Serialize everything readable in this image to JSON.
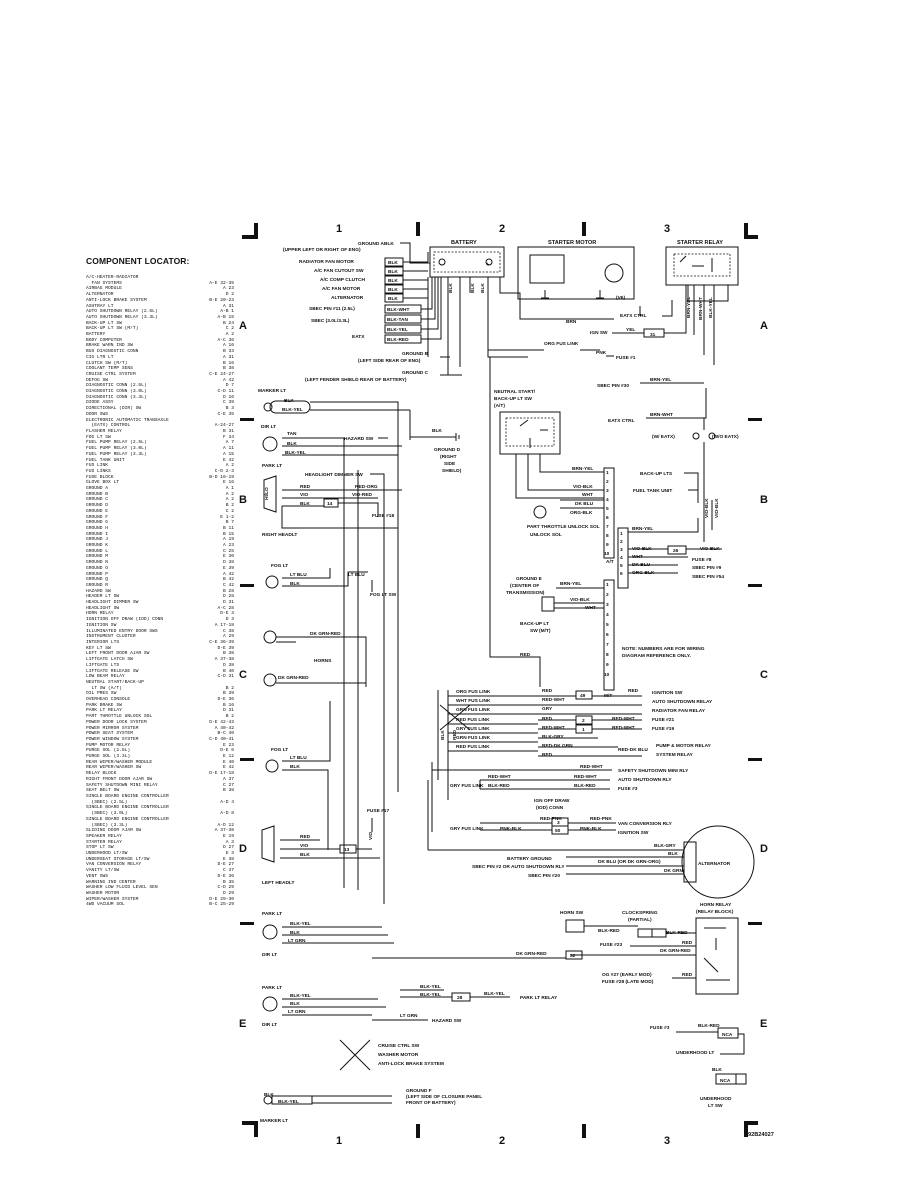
{
  "figure_id": "92B24027",
  "locator": {
    "title": "COMPONENT LOCATOR:",
    "entries": [
      [
        "A/C-HEATER-RADIATOR",
        ""
      ],
      [
        "  FAN SYSTEMS",
        "A-E 32-35"
      ],
      [
        "AIRBAG MODULE",
        "A 23"
      ],
      [
        "ALTERNATOR",
        "D 2"
      ],
      [
        "ANTI-LOCK BRAKE SYSTEM",
        "B-E 20-23"
      ],
      [
        "ASHTRAY LT",
        "A 31"
      ],
      [
        "AUTO SHUTDOWN RELAY (2.5L)",
        "A-B 1"
      ],
      [
        "AUTO SHUTDOWN RELAY (3.3L)",
        "A-B 15"
      ],
      [
        "BACK-UP LT SW",
        "B 24"
      ],
      [
        "BACK-UP LT SW (M/T)",
        "C 2"
      ],
      [
        "BATTERY",
        "A 2"
      ],
      [
        "BODY COMPUTER",
        "A-C 36"
      ],
      [
        "BRAKE WARN IND SW",
        "A 16"
      ],
      [
        "BUS DIAGNOSTIC CONN",
        "B 33"
      ],
      [
        "CIG LTR LT",
        "A 31"
      ],
      [
        "CLUTCH SW (M/T)",
        "B 16"
      ],
      [
        "COOLANT TEMP SENS",
        "B 38"
      ],
      [
        "CRUISE CTRL SYSTEM",
        "C-E 24-27"
      ],
      [
        "DEFOG SW",
        "A 42"
      ],
      [
        "DIAGNOSTIC CONN (2.5L)",
        "D 7"
      ],
      [
        "DIAGNOSTIC CONN (3.0L)",
        "C-D 11"
      ],
      [
        "DIAGNOSTIC CONN (3.3L)",
        "D 16"
      ],
      [
        "DIODE ASSY",
        "C 39"
      ],
      [
        "DIRECTIONAL (DIR) SW",
        "B 3"
      ],
      [
        "DOOR SWS",
        "C-E 35"
      ],
      [
        "ELECTRONIC AUTOMATIC TRANSAXLE",
        ""
      ],
      [
        "  (EATX) CONTROL",
        "A-24-27"
      ],
      [
        "FLASHER RELAY",
        "B 31"
      ],
      [
        "FOG LT SW",
        "F 34"
      ],
      [
        "FUEL PUMP RELAY (2.5L)",
        "A 7"
      ],
      [
        "FUEL PUMP RELAY (3.0L)",
        "A 11"
      ],
      [
        "FUEL PUMP RELAY (3.3L)",
        "A 15"
      ],
      [
        "FUEL TANK UNIT",
        "E 42"
      ],
      [
        "FUS LINK",
        "A 2"
      ],
      [
        "FUS LINKS",
        "C-D 2-3"
      ],
      [
        "FUSE BLOCK",
        "B-D 16-19"
      ],
      [
        "GLOVE BOX LT",
        "E 16"
      ],
      [
        "GROUND A",
        "A 1"
      ],
      [
        "GROUND B",
        "A 2"
      ],
      [
        "GROUND C",
        "A 2"
      ],
      [
        "GROUND D",
        "B 2"
      ],
      [
        "GROUND E",
        "C 2"
      ],
      [
        "GROUND F",
        "E 1-2"
      ],
      [
        "GROUND G",
        "B 7"
      ],
      [
        "GROUND H",
        "B 11"
      ],
      [
        "GROUND I",
        "B 15"
      ],
      [
        "GROUND J",
        "A 19"
      ],
      [
        "GROUND K",
        "A 23"
      ],
      [
        "GROUND L",
        "C 25"
      ],
      [
        "GROUND M",
        "E 30"
      ],
      [
        "GROUND N",
        "D 38"
      ],
      [
        "GROUND O",
        "E 39"
      ],
      [
        "GROUND P",
        "A 42"
      ],
      [
        "GROUND Q",
        "B 42"
      ],
      [
        "GROUND R",
        "C 42"
      ],
      [
        "HAZARD SW",
        "B 28"
      ],
      [
        "HEADER LT SW",
        "D 28"
      ],
      [
        "HEADLIGHT DIMMER SW",
        "D 31"
      ],
      [
        "HEADLIGHT SW",
        "A-C 28"
      ],
      [
        "HORN RELAY",
        "D-E 3"
      ],
      [
        "IGNITION OFF DRAW (IOD) CONN",
        "D 3"
      ],
      [
        "IGNITION SW",
        "A 17-18"
      ],
      [
        "ILLUMINATED ENTRY DOOR SWS",
        "C 38"
      ],
      [
        "INSTRUMENT CLUSTER",
        "A 29"
      ],
      [
        "INTERIOR LTS",
        "C-E 36-39"
      ],
      [
        "KEY LT SW",
        "D-E 39"
      ],
      [
        "LEFT FRONT DOOR AJAR SW",
        "B 38"
      ],
      [
        "LIFTGATE LATCH SW",
        "A 37-38"
      ],
      [
        "LIFTGATE LTS",
        "D 38"
      ],
      [
        "LIFTGATE RELEASE SW",
        "B 40"
      ],
      [
        "LOW BEAM RELAY",
        "C-D 31"
      ],
      [
        "NEUTRAL START/BACK-UP",
        ""
      ],
      [
        "  LT SW (A/T)",
        "B 2"
      ],
      [
        "OIL PRES SW",
        "B 39"
      ],
      [
        "OVERHEAD CONSOLE",
        "D-E 36"
      ],
      [
        "PARK BRAKE SW",
        "B 16"
      ],
      [
        "PARK LT RELAY",
        "D 31"
      ],
      [
        "PART THROTTLE UNLOCK SOL",
        "B 2"
      ],
      [
        "POWER DOOR LOCK SYSTEM",
        "D-E 42-43"
      ],
      [
        "POWER MIRROR SYSTEM",
        "A 40-42"
      ],
      [
        "POWER SEAT SYSTEM",
        "B-C 40"
      ],
      [
        "POWER WINDOW SYSTEM",
        "C-D 40-41"
      ],
      [
        "PUMP MOTOR RELAY",
        "E 23"
      ],
      [
        "PURGE SOL (2.5L)",
        "D-E 6"
      ],
      [
        "PURGE SOL (3.3L)",
        "E 12"
      ],
      [
        "REAR WIPER/WASHER MODULE",
        "E 40"
      ],
      [
        "REAR WIPER/WASHER SW",
        "E 42"
      ],
      [
        "RELAY BLOCK",
        "D-E 17-18"
      ],
      [
        "RIGHT FRONT DOOR AJAR SW",
        "A 37"
      ],
      [
        "SAFETY SHUTDOWN MINI RELAY",
        "C 27"
      ],
      [
        "SEAT BELT SW",
        "B 38"
      ],
      [
        "SINGLE BOARD ENGINE CONTROLLER",
        ""
      ],
      [
        "  (SBEC) (2.5L)",
        "A-D 4"
      ],
      [
        "SINGLE BOARD ENGINE CONTROLLER",
        ""
      ],
      [
        "  (SBEC) (3.0L)",
        "A-D 8"
      ],
      [
        "SINGLE BOARD ENGINE CONTROLLER",
        ""
      ],
      [
        "  (SBEC) (3.3L)",
        "A-D 12"
      ],
      [
        "SLIDING DOOR AJAR SW",
        "A 37-38"
      ],
      [
        "SPEAKER RELAY",
        "E 19"
      ],
      [
        "STARTER RELAY",
        "A 3"
      ],
      [
        "STOP LT SW",
        "D 27"
      ],
      [
        "UNDERHOOD LT/SW",
        "E 3"
      ],
      [
        "UNDERSEAT STORAGE LT/SW",
        "E 38"
      ],
      [
        "VAN CONVERSION RELAY",
        "D-E 27"
      ],
      [
        "VANITY LT/SW",
        "C 37"
      ],
      [
        "VENT SWS",
        "D-E 36"
      ],
      [
        "WARNING IND CENTER",
        "B 35"
      ],
      [
        "WASHER LOW FLUID LEVEL SEN",
        "C-D 29"
      ],
      [
        "WASHER MOTOR",
        "D 29"
      ],
      [
        "WIPER/WASHER SYSTEM",
        "D-E 29-30"
      ],
      [
        "4WD VACUUM SOL",
        "B-C 25-29"
      ]
    ]
  },
  "grid": {
    "cols": [
      "1",
      "2",
      "3"
    ],
    "rows": [
      "A",
      "B",
      "C",
      "D",
      "E"
    ]
  },
  "battery_area": {
    "battery": "BATTERY",
    "starter_motor": "STARTER MOTOR",
    "starter_relay": "STARTER RELAY",
    "ground_a": "GROUND A",
    "ground_a_sub": "(UPPER LEFT OR RIGHT OF ENG)",
    "rad_fan": "RADIATOR FAN MOTOR",
    "ac_cutout": "A/C FAN CUTOUT SW",
    "ac_clutch": "A/C COMP CLUTCH",
    "ac_fan": "A/C FAN MOTOR",
    "alternator": "ALTERNATOR",
    "sbec11": "SBEC PIN #11 (2.5L)",
    "sbec30": "SBEC (3.0L/3.3L)",
    "eatx": "EATX",
    "ground_b": "GROUND B",
    "ground_b_sub": "(LEFT SIDE REAR OF ENG)",
    "ground_c": "GROUND C",
    "ground_c_sub": "(LEFT FENDER SHIELD REAR OF BATTERY)",
    "w_blk": "BLK",
    "w_blkwht": "BLK-WHT",
    "w_blktan": "BLK-TAN",
    "w_blkyel": "BLK-YEL",
    "w_blkred": "BLK-RED",
    "w_brn": "BRN",
    "w_yel": "YEL",
    "w_pnk": "PNK",
    "w_brnyel": "BRN-YEL",
    "w_brnwht": "BRN-WHT",
    "w_blkyel2": "BLK-YEL",
    "v6": "(V6)",
    "eatx_ctrl": "EATX CTRL",
    "ign_sw": "IGN SW",
    "c31": "31",
    "org_fus": "ORG FUS LINK",
    "fuse1": "FUSE #1",
    "sbec30pin": "SBEC PIN #30",
    "eatx_ctrl2": "EATX CTRL",
    "w_eatx": "(W/ EATX)",
    "wo_eatx": "(W/O EATX)"
  },
  "lights_left": {
    "marker_lt": "MARKER LT",
    "blk": "BLK",
    "blkyel": "BLK-YEL",
    "dir_lt": "DIR LT",
    "tan": "TAN",
    "park_lt": "PARK LT",
    "hazard_sw": "HAZARD SW",
    "ground_d": "GROUND D",
    "ground_d_sub": "(RIGHT SIDE SHIELD)",
    "hd_dimmer": "HEADLIGHT DIMMER SW",
    "red": "RED",
    "redorg": "RED-ORG",
    "vio": "VIO",
    "viored": "VIO-RED",
    "c14": "14",
    "fuse18": "FUSE #18",
    "right_headlt": "RIGHT HEADLT",
    "fog_lt": "FOG LT",
    "ltblu": "LT BLU",
    "fog_lt_sw": "FOG LT SW",
    "dkgrnred": "DK GRN-RED",
    "horns": "HORNS",
    "fog_lt2": "FOG LT",
    "fuse17": "FUSE #17",
    "c13": "13",
    "left_headlt": "LEFT HEADLT",
    "park_lt2": "PARK LT",
    "blkyel2": "BLK-YEL",
    "ltgrn": "LT GRN",
    "dir_lt2": "DIR LT",
    "c28": "28",
    "park_lt_relay": "PARK LT RELAY",
    "hazard_sw2": "HAZARD SW",
    "cruise": "CRUISE CTRL SW",
    "washer": "WASHER MOTOR",
    "abs": "ANTI-LOCK BRAKE SYSTEM",
    "ground_f": "GROUND F",
    "ground_f_sub": "(LEFT SIDE OF CLOSURE PANEL FRONT OF BATTERY)",
    "marker_lt2": "MARKER LT"
  },
  "neutral": {
    "title": "NEUTRAL START/",
    "title2": "BACK-UP LT SW",
    "title3": "(A/T)",
    "wires": [
      "BRN-YEL",
      "VIO-BLK",
      "WHT",
      "DK BLU",
      "ORG-BLK"
    ],
    "pins": [
      "1",
      "2",
      "3",
      "4",
      "5",
      "6",
      "7",
      "8",
      "9",
      "10"
    ],
    "at": "A/T",
    "ptu": "PART THROTTLE UNLOCK SOL",
    "backup_lts": "BACK-UP LTS",
    "fuel_tank": "FUEL TANK UNIT",
    "brn_yel": "BRN-YEL",
    "c26": "26",
    "fuse8": "FUSE #8",
    "sbec9": "SBEC PIN #9",
    "sbec54": "SBEC PIN #54",
    "ground_e": "GROUND E",
    "ground_e_sub": "(CENTER OF TRANSMISSION)",
    "backup_mt": "BACK-UP LT SW (M/T)",
    "mt": "M/T",
    "note": "NOTE: NUMBERS ARE FOR WIRING DIAGRAM REFERENCE ONLY.",
    "vioblk": "VIO-BLK",
    "wht": "WHT",
    "dkblu": "DK BLU",
    "orgblk": "ORG-BLK"
  },
  "fuslinks": {
    "links": [
      "ORG FUS LINK",
      "WHT FUS LINK",
      "GRN FUS LINK",
      "RED FUS LINK",
      "GRY FUS LINK",
      "GRN FUS LINK",
      "RED FUS LINK"
    ],
    "wires": [
      "RED",
      "RED-WHT",
      "GRY",
      "RED",
      "RED-WHT",
      "BLK-GRY",
      "RED-DK GRN",
      "RED"
    ],
    "c49": "49",
    "c2": "2",
    "c1": "1",
    "ign_sw": "IGNITION SW",
    "asd": "AUTO SHUTDOWN RELAY",
    "rad_fan_relay": "RADIATOR FAN RELAY",
    "fuse21": "FUSE #21",
    "fuse19": "FUSE #19",
    "pump_motor": "PUMP & MOTOR RELAY",
    "system_relay": "SYSTEM RELAY",
    "safety": "SAFETY SHUTDOWN MINI RLY",
    "asd_rly": "AUTO SHUTDOWN RLY",
    "fuse3": "FUSE #3",
    "iod": "IGN OFF DRAW (IOD) CONN",
    "van": "VAN CONVERSION RLY",
    "ign_sw2": "IGNITION SW",
    "c3": "3",
    "c50": "50",
    "pnkblk": "PNK-BLK",
    "redpnk": "RED-PNK",
    "gry_fus": "GRY FUS LINK",
    "gry_fus2": "GRY FUS LINK",
    "redwht": "RED-WHT",
    "blkred": "BLK-RED"
  },
  "alternator": {
    "label": "ALTERNATOR",
    "batt_ground": "BATTERY GROUND",
    "sbec2": "SBEC PIN #2 OR AUTO SHUTDOWN RLY",
    "sbec20": "SBEC PIN #20",
    "w1": "BLK-GRY",
    "w2": "BLK",
    "w3": "DK BLU (OR DK GRN-ORG)",
    "w4": "DK GRN"
  },
  "horn": {
    "horn_sw": "HORN SW",
    "clockspring": "CLOCKSPRING (PARTIAL)",
    "horn_relay": "HORN RELAY (RELAY BLOCK)",
    "blkred": "BLK-RED",
    "red": "RED",
    "dkgrnred": "DK GRN-RED",
    "fuse23": "FUSE #23",
    "c32": "32",
    "fuse27": "OG #27 (EARLY MOD)",
    "fuse28": "FUSE #28 (LATE MOD)",
    "fuse3": "FUSE #3",
    "nca": "NCA",
    "underhood": "UNDERHOOD LT",
    "underhood_sw": "UNDERHOOD LT SW"
  }
}
